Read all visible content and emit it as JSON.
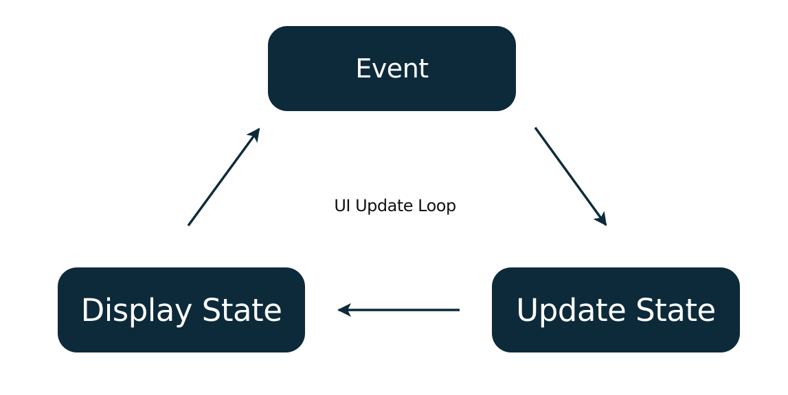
{
  "diagram": {
    "nodes": {
      "event": "Event",
      "update_state": "Update State",
      "display_state": "Display State"
    },
    "center_label": "UI Update Loop",
    "edges": [
      {
        "from": "Event",
        "to": "Update State"
      },
      {
        "from": "Update State",
        "to": "Display State"
      },
      {
        "from": "Display State",
        "to": "Event"
      }
    ],
    "colors": {
      "node_fill": "#0d2a3a",
      "node_text": "#ffffff",
      "arrow": "#0d2a3a"
    }
  }
}
